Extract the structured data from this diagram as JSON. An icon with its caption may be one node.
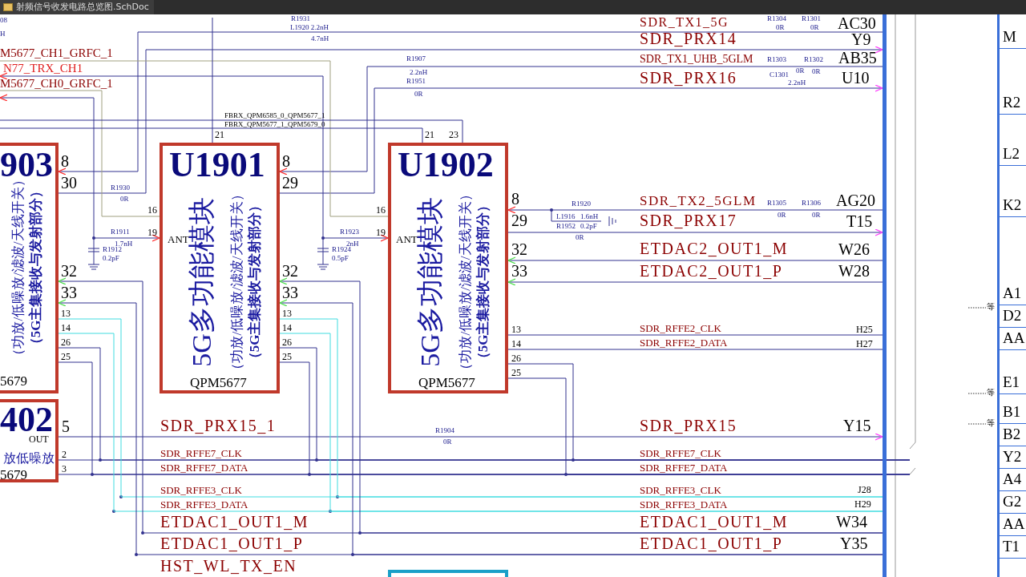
{
  "diagram": {
    "title": "射频信号收发电路总览图.SchDoc",
    "nodes": [
      {
        "text": [
          "903",
          "（功放/低噪放/滤波/天线开关）",
          "（5G主集接收与发射部分）",
          "5679"
        ]
      },
      {
        "text": [
          "U1901",
          "5G多功能模块",
          "（功放/低噪放/滤波/天线开关）",
          "（5G主集接收与发射部分）",
          "ANT",
          "QPM5677"
        ]
      },
      {
        "text": [
          "U1902",
          "5G多功能模块",
          "（功放/低噪放/滤波/天线开关）",
          "（5G主集接收与发射部分）",
          "ANT",
          "QPM5677"
        ]
      },
      {
        "text": [
          "402",
          "OUT",
          "放低噪放",
          "5679"
        ]
      },
      {
        "text": [],
        "shape": "box"
      },
      {
        "text": [],
        "shape": "bar"
      },
      {
        "text": [
          "M",
          "R2",
          "L2",
          "K2",
          "A1",
          "D2",
          "AA",
          "E1",
          "B1",
          "B2",
          "Y2",
          "A4",
          "G2",
          "AA",
          "T1"
        ]
      }
    ],
    "edges": [
      {
        "from": 5,
        "to": 0,
        "arrow": "to",
        "label": "SDR_TX1_5G"
      },
      {
        "from": 0,
        "to": 5,
        "arrow": "to",
        "label": "SDR_PRX14"
      },
      {
        "from": 5,
        "to": 1,
        "arrow": "to",
        "label": "SDR_TX1_UHB_5GLM"
      },
      {
        "from": 1,
        "to": 5,
        "arrow": "to",
        "label": "SDR_PRX16"
      },
      {
        "from": null,
        "to": 2,
        "arrow": "none",
        "label": "M5677_CH1_GRFC_1",
        "color": "#a0a080"
      },
      {
        "from": null,
        "to": 2,
        "arrow": "both",
        "label": "N77_TRX_CH1"
      },
      {
        "from": null,
        "to": 1,
        "arrow": "none",
        "label": "M5677_CH0_GRFC_1",
        "color": "#a0a080"
      },
      {
        "from": null,
        "to": 1,
        "arrow": "both"
      },
      {
        "from": null,
        "to": 1,
        "arrow": "none"
      },
      {
        "from": null,
        "to": 2,
        "arrow": "none",
        "label": "FBRX_QPM6585_0_QPM5677_1"
      },
      {
        "from": null,
        "to": 2,
        "arrow": "none",
        "label": "FBRX_QPM5677_1_QPM5679_0"
      },
      {
        "from": 5,
        "to": 2,
        "arrow": "to",
        "label": "SDR_TX2_5GLM"
      },
      {
        "from": 2,
        "to": 5,
        "arrow": "to",
        "label": "SDR_PRX17"
      },
      {
        "from": 5,
        "to": 2,
        "arrow": "to",
        "label": "ETDAC2_OUT1_M"
      },
      {
        "from": 5,
        "to": 2,
        "arrow": "to",
        "label": "ETDAC2_OUT1_P"
      },
      {
        "from": 2,
        "to": 5,
        "arrow": "none",
        "label": "SDR_RFFE2_CLK"
      },
      {
        "from": 2,
        "to": 5,
        "arrow": "none",
        "label": "SDR_RFFE2_DATA"
      },
      {
        "from": 3,
        "to": 5,
        "arrow": "to",
        "label": "SDR_PRX15_1"
      },
      {
        "from": 3,
        "to": null,
        "arrow": "none",
        "label": "SDR_RFFE7_CLK"
      },
      {
        "from": 0,
        "to": null,
        "arrow": "none"
      },
      {
        "from": 1,
        "to": null,
        "arrow": "none"
      },
      {
        "from": 2,
        "to": null,
        "arrow": "none"
      },
      {
        "from": 3,
        "to": null,
        "arrow": "none",
        "label": "SDR_RFFE7_DATA"
      },
      {
        "from": 0,
        "to": null,
        "arrow": "none"
      },
      {
        "from": 1,
        "to": null,
        "arrow": "none"
      },
      {
        "from": 2,
        "to": null,
        "arrow": "none"
      },
      {
        "from": 5,
        "to": 0,
        "arrow": "none",
        "label": "SDR_RFFE3_CLK",
        "color": "#40dce0"
      },
      {
        "from": 5,
        "to": 1,
        "arrow": "none",
        "color": "#40dce0"
      },
      {
        "from": 5,
        "to": 0,
        "arrow": "none",
        "label": "SDR_RFFE3_DATA",
        "color": "#40dce0"
      },
      {
        "from": 5,
        "to": 1,
        "arrow": "none",
        "color": "#40dce0"
      },
      {
        "from": 5,
        "to": 0,
        "arrow": "to",
        "label": "ETDAC1_OUT1_M"
      },
      {
        "from": 5,
        "to": 1,
        "arrow": "to"
      },
      {
        "from": 5,
        "to": 0,
        "arrow": "to",
        "label": "ETDAC1_OUT1_P"
      },
      {
        "from": 5,
        "to": 1,
        "arrow": "to"
      }
    ],
    "labels": [
      "08",
      "H",
      "R1931",
      "L1920 2.2nH",
      "4.7nH",
      "21",
      "21",
      "23",
      "R1304",
      "0R",
      "R1301",
      "0R",
      "AC30",
      "Y9",
      "R1907",
      "2.2nH",
      "R1951",
      "0R",
      "R1303",
      "0R",
      "R1302",
      "0R",
      "AB35",
      "C1301",
      "2.2nH",
      "U10",
      "8",
      "30",
      "32",
      "33",
      "13",
      "14",
      "26",
      "25",
      "R1930",
      "0R",
      "16",
      "R1911",
      "1.7nH",
      "19",
      "R1912",
      "0.2pF",
      "8",
      "29",
      "32",
      "33",
      "13",
      "14",
      "26",
      "25",
      "16",
      "R1923",
      "2nH",
      "19",
      "R1924",
      "0.5pF",
      "8",
      "29",
      "32",
      "33",
      "13",
      "14",
      "26",
      "25",
      "R1920",
      "L1916",
      "1.6nH",
      "R1952",
      "0.2pF",
      "0R",
      "R1305",
      "0R",
      "R1306",
      "0R",
      "AG20",
      "T15",
      "W26",
      "W28",
      "H25",
      "H27",
      "5",
      "2",
      "3",
      "SDR_PRX15",
      "R1904",
      "0R",
      "Y15",
      "SDR_RFFE7_CLK",
      "SDR_RFFE7_DATA",
      "SDR_RFFE3_CLK",
      "SDR_RFFE3_DATA",
      "J28",
      "H29",
      "ETDAC1_OUT1_M",
      "ETDAC1_OUT1_P",
      "W34",
      "Y35",
      "HST_WL_TX_EN",
      "等",
      "等",
      "等"
    ]
  }
}
